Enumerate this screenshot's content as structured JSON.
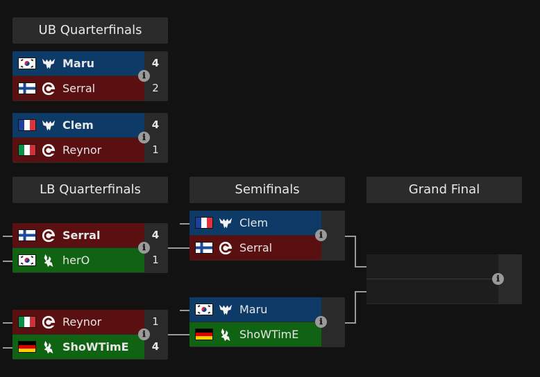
{
  "headers": {
    "ub_quarterfinals": "UB Quarterfinals",
    "lb_quarterfinals": "LB Quarterfinals",
    "semifinals": "Semifinals",
    "grand_final": "Grand Final"
  },
  "info_icon": "ℹ",
  "matches": {
    "ubqf1": {
      "p1": {
        "name": "Maru",
        "flag": "kr",
        "race": "terran",
        "score": "4"
      },
      "p2": {
        "name": "Serral",
        "flag": "fi",
        "race": "zerg",
        "score": "2"
      }
    },
    "ubqf2": {
      "p1": {
        "name": "Clem",
        "flag": "fr",
        "race": "terran",
        "score": "4"
      },
      "p2": {
        "name": "Reynor",
        "flag": "it",
        "race": "zerg",
        "score": "1"
      }
    },
    "lbqf1": {
      "p1": {
        "name": "Serral",
        "flag": "fi",
        "race": "zerg",
        "score": "4"
      },
      "p2": {
        "name": "herO",
        "flag": "kr",
        "race": "protoss",
        "score": "1"
      }
    },
    "lbqf2": {
      "p1": {
        "name": "Reynor",
        "flag": "it",
        "race": "zerg",
        "score": "1"
      },
      "p2": {
        "name": "ShoWTimE",
        "flag": "de",
        "race": "protoss",
        "score": "4"
      }
    },
    "sf1": {
      "p1": {
        "name": "Clem",
        "flag": "fr",
        "race": "terran",
        "score": ""
      },
      "p2": {
        "name": "Serral",
        "flag": "fi",
        "race": "zerg",
        "score": ""
      }
    },
    "sf2": {
      "p1": {
        "name": "Maru",
        "flag": "kr",
        "race": "terran",
        "score": ""
      },
      "p2": {
        "name": "ShoWTimE",
        "flag": "de",
        "race": "protoss",
        "score": ""
      }
    }
  },
  "colors": {
    "terran": "#0d3a66",
    "zerg": "#5a0f10",
    "protoss_winner": "#106312",
    "panel": "#2a2a2a"
  }
}
